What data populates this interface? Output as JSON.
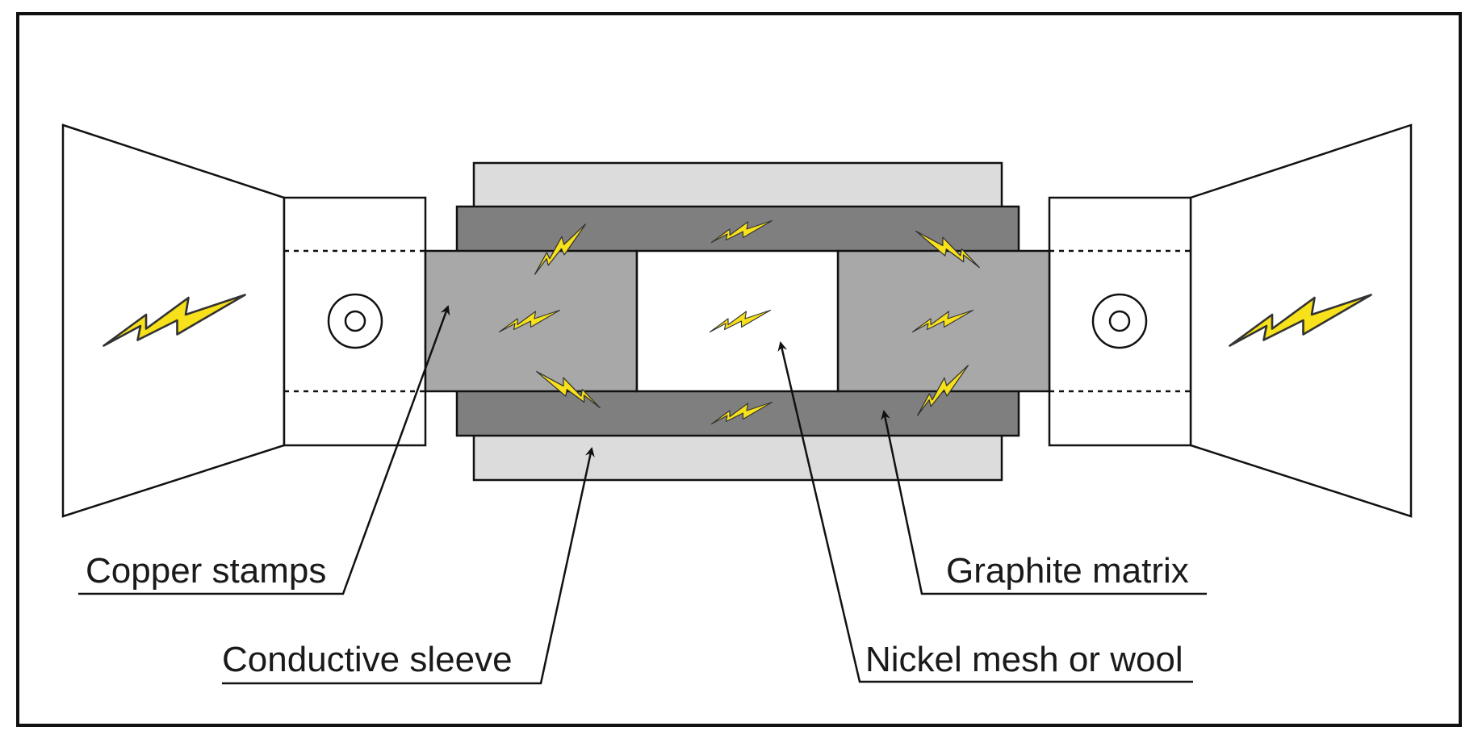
{
  "labels": {
    "copper_stamps": "Copper stamps",
    "conductive_sleeve": "Conductive sleeve",
    "graphite_matrix": "Graphite matrix",
    "nickel_mesh": "Nickel mesh or wool"
  },
  "colors": {
    "frame": "#1a1a1a",
    "outer_sleeve": "#dcdcdc",
    "graphite": "#7f7f7f",
    "copper_stamp": "#a8a8a8",
    "cavity": "#ffffff",
    "lightning": "#f7e11a"
  },
  "icons": [
    "lightning-bolt-icon",
    "electrode-terminal-icon",
    "pointer-arrow-icon"
  ]
}
